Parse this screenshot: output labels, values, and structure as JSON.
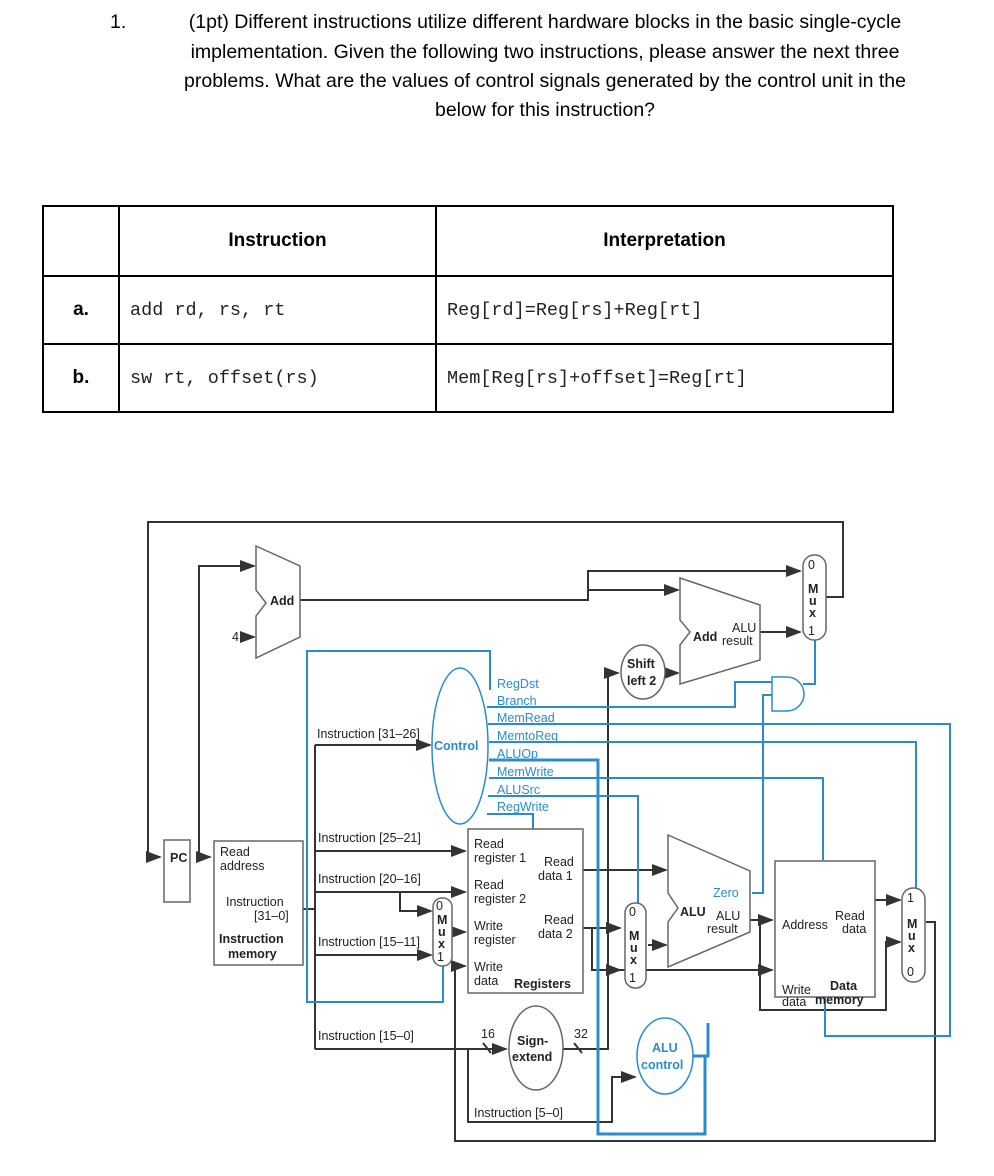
{
  "question": {
    "number": "1.",
    "lines": [
      "(1pt) Different instructions utilize different hardware blocks in the basic single-cycle",
      "implementation. Given the following two instructions, please answer the next three",
      "problems. What are the values of control signals generated by the control unit in the",
      "below for this instruction?"
    ]
  },
  "table": {
    "headers": [
      "",
      "Instruction",
      "Interpretation"
    ],
    "rows": [
      {
        "label": "a.",
        "instruction": "add rd, rs, rt",
        "interpretation": "Reg[rd]=Reg[rs]+Reg[rt]"
      },
      {
        "label": "b.",
        "instruction": "sw rt, offset(rs)",
        "interpretation": "Mem[Reg[rs]+offset]=Reg[rt]"
      }
    ]
  },
  "diagram": {
    "pc": "PC",
    "add": "Add",
    "four": "4",
    "imem": {
      "read": "Read",
      "address": "address",
      "instr": "Instruction",
      "bits": "[31–0]",
      "name1": "Instruction",
      "name2": "memory"
    },
    "control": "Control",
    "signals": [
      "RegDst",
      "Branch",
      "MemRead",
      "MemtoReg",
      "ALUOp",
      "MemWrite",
      "ALUSrc",
      "RegWrite"
    ],
    "fields": [
      "Instruction [31–26]",
      "Instruction [25–21]",
      "Instruction [20–16]",
      "Instruction [15–11]",
      "Instruction [15–0]",
      "Instruction [5–0]"
    ],
    "registers": {
      "rr1a": "Read",
      "rr1b": "register 1",
      "rr2a": "Read",
      "rr2b": "register 2",
      "wra": "Write",
      "wrb": "register",
      "wda": "Write",
      "wdb": "data",
      "rd1a": "Read",
      "rd1b": "data 1",
      "rd2a": "Read",
      "rd2b": "data 2",
      "name": "Registers"
    },
    "mux": [
      "M",
      "u",
      "x"
    ],
    "mux_in0": "0",
    "mux_in1": "1",
    "sign_extend": [
      "Sign-",
      "extend"
    ],
    "width_in": "16",
    "width_out": "32",
    "shift": [
      "Shift",
      "left 2"
    ],
    "branch_add": {
      "add": "Add",
      "alu": "ALU",
      "result": "result"
    },
    "alu": {
      "name": "ALU",
      "zero": "Zero",
      "alu": "ALU",
      "result": "result"
    },
    "alu_control": [
      "ALU",
      "control"
    ],
    "dmem": {
      "address": "Address",
      "read": "Read",
      "data": "data",
      "write": "Write",
      "wdata": "data",
      "name1": "Data",
      "name2": "memory"
    },
    "colors": {
      "control": "#2a8ccf",
      "datapath": "#333333"
    }
  }
}
